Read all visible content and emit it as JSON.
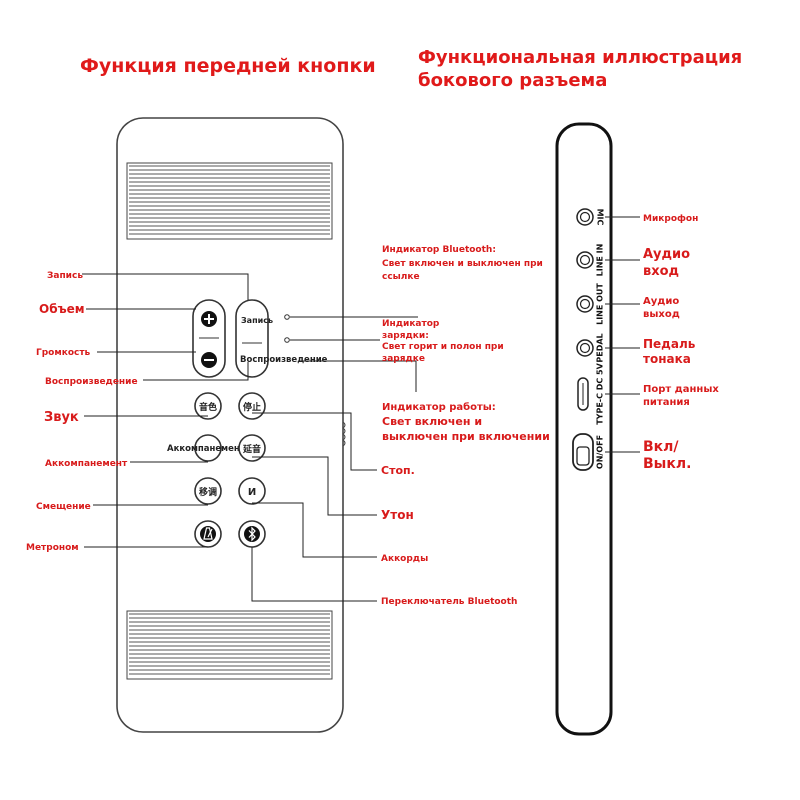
{
  "titles": {
    "front": "Функция передней кнопки",
    "side_line1": "Функциональная иллюстрация",
    "side_line2": "бокового разъема"
  },
  "front_buttons": {
    "record": "Запись",
    "playback": "Воспроизведение",
    "tone": "音色",
    "stop": "停止",
    "accompaniment": "Аккомпанемент",
    "sustain": "延音",
    "transpose": "移调",
    "chord": "И"
  },
  "front_labels": {
    "record": "Запись",
    "volume": "Объем",
    "loudness": "Громкость",
    "playback": "Воспроизведение",
    "sound": "Звук",
    "accompaniment": "Аккомпанемент",
    "shift": "Смещение",
    "metronome": "Метроном",
    "bt_indicator_1": "Индикатор Bluetooth:",
    "bt_indicator_2": "Свет включен и выключен при",
    "bt_indicator_3": "ссылке",
    "charge_indicator_1": "Индикатор",
    "charge_indicator_2": "зарядки:",
    "charge_indicator_3": "Свет горит и полон при",
    "charge_indicator_4": "зарядке",
    "work_indicator_1": "Индикатор работы:",
    "work_indicator_2": "Свет включен и",
    "work_indicator_3": "выключен при включении",
    "stop": "Стоп.",
    "sustain": "Утон",
    "chords": "Аккорды",
    "bt_switch": "Переключатель Bluetooth"
  },
  "side_ports": {
    "mic": "MIC",
    "line_in": "LINE IN",
    "line_out": "LINE OUT",
    "pedal": "PEDAL",
    "type_c": "TYPE-C DC 5V",
    "on_off": "ON/OFF"
  },
  "side_labels": {
    "mic": "Микрофон",
    "audio_in_1": "Аудио",
    "audio_in_2": "вход",
    "audio_out_1": "Аудио",
    "audio_out_2": "выход",
    "pedal_1": "Педаль",
    "pedal_2": "тонака",
    "power_1": "Порт данных",
    "power_2": "питания",
    "switch_1": "Вкл/",
    "switch_2": "Выкл."
  },
  "colors": {
    "label_red": "#d81b1b",
    "outline": "#333333"
  },
  "icons": {
    "plus": "plus-icon",
    "minus": "minus-icon",
    "metronome": "metronome-icon",
    "bluetooth": "bluetooth-icon"
  }
}
